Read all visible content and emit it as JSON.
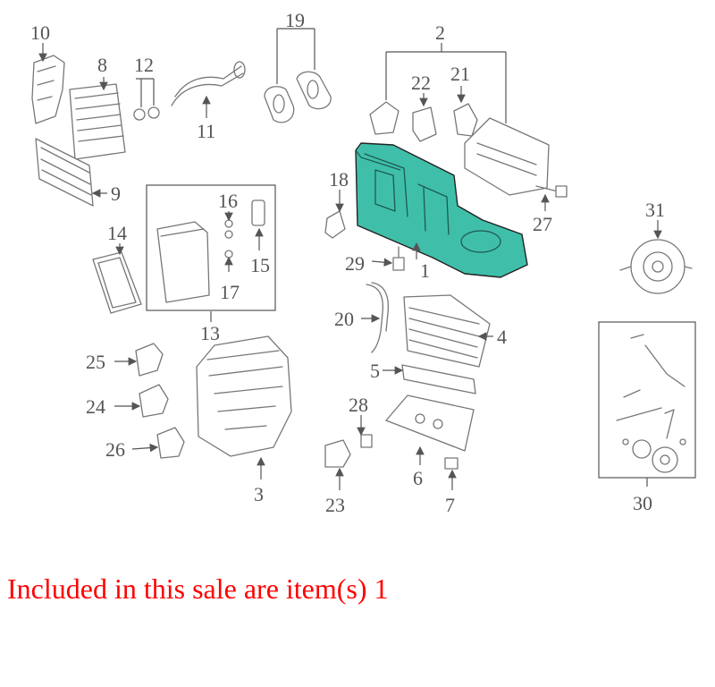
{
  "labels": {
    "n1": "1",
    "n2": "2",
    "n3": "3",
    "n4": "4",
    "n5": "5",
    "n6": "6",
    "n7": "7",
    "n8": "8",
    "n9": "9",
    "n10": "10",
    "n11": "11",
    "n12": "12",
    "n13": "13",
    "n14": "14",
    "n15": "15",
    "n16": "16",
    "n17": "17",
    "n18": "18",
    "n19": "19",
    "n20": "20",
    "n21": "21",
    "n22": "22",
    "n23": "23",
    "n24": "24",
    "n25": "25",
    "n26": "26",
    "n27": "27",
    "n28": "28",
    "n29": "29",
    "n30": "30",
    "n31": "31"
  },
  "caption": "Included in this sale are item(s) 1",
  "colors": {
    "highlight": "#3fbfaa",
    "line": "#777777",
    "caption": "#ff0000"
  }
}
